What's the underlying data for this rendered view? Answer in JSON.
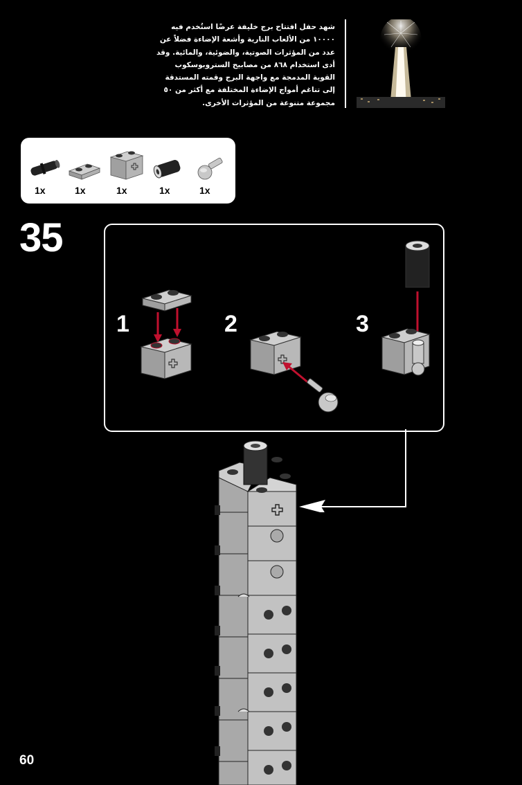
{
  "info": {
    "text": "شهد حفل افتتاح برج خليفة عرضًا استُخدم فيه ١٠٠٠٠ من الألعاب النارية وأشعة الإضاءة فضلاً عن عدد من المؤثرات الصوتية، والضوئية، والمائية. وقد أدى استخدام ٨٦٨ من مصابيح الستروبوسكوب القوية المدمجة مع واجهة البرج وقمته المستدقة إلى تناغم أمواج الإضاءة المختلفة مع أكثر من ٥٠ مجموعة متنوعة من المؤثرات الأخرى."
  },
  "parts": [
    {
      "qty": "1x",
      "icon": "technic-pin-icon"
    },
    {
      "qty": "1x",
      "icon": "plate-1x2-icon"
    },
    {
      "qty": "1x",
      "icon": "technic-brick-1x2-axle-hole-icon"
    },
    {
      "qty": "1x",
      "icon": "technic-bush-icon"
    },
    {
      "qty": "1x",
      "icon": "axle-ball-icon"
    }
  ],
  "step": {
    "number": "35",
    "substeps": [
      "1",
      "2",
      "3"
    ]
  },
  "page": {
    "number": "60"
  },
  "colors": {
    "arrow": "#c0102e",
    "brick": "#b5b5b5",
    "background": "#000000"
  }
}
